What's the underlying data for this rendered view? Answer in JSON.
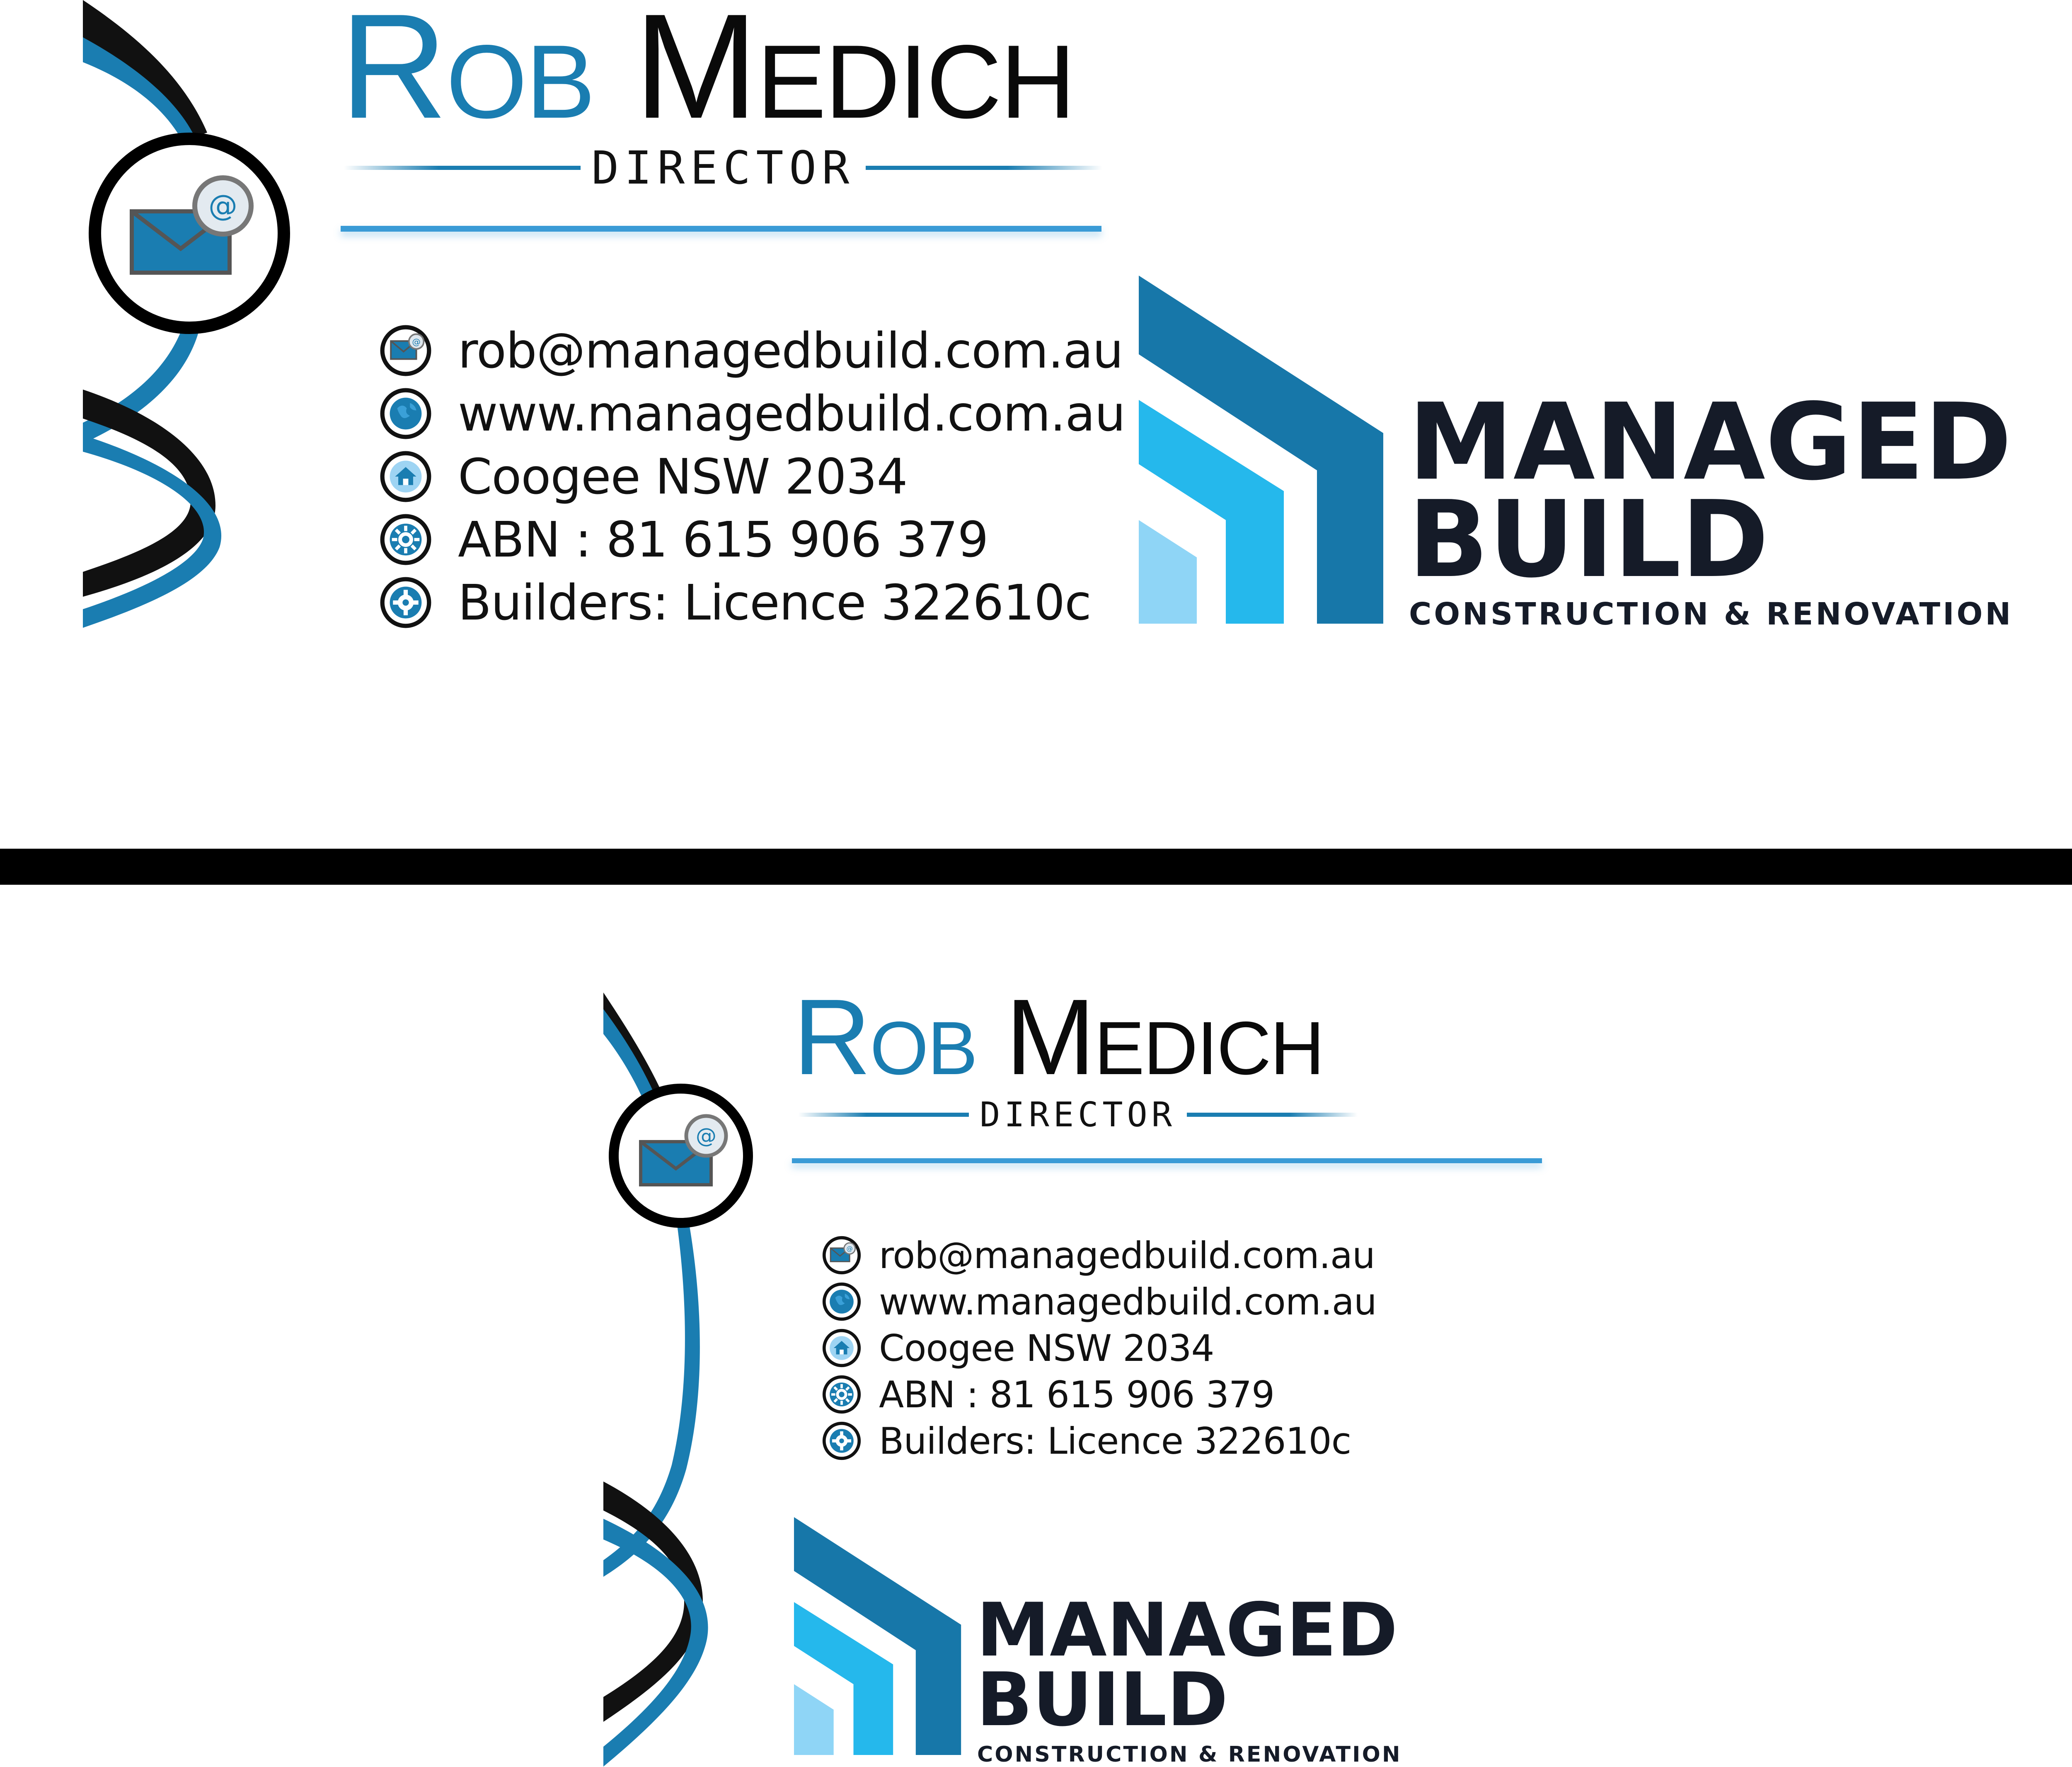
{
  "card_front": {
    "first_name": "Rob",
    "last_name": "Medich",
    "title": "DIRECTOR",
    "contacts": [
      {
        "icon": "envelope-icon",
        "text": "rob@managedbuild.com.au"
      },
      {
        "icon": "globe-icon",
        "text": "www.managedbuild.com.au"
      },
      {
        "icon": "home-icon",
        "text": "Coogee NSW 2034"
      },
      {
        "icon": "gear-icon",
        "text": "ABN : 81 615 906 379"
      },
      {
        "icon": "cog-icon",
        "text": "Builders: Licence 322610c"
      }
    ],
    "logo": {
      "line1": "MANAGED",
      "line2": "BUILD",
      "tagline": "CONSTRUCTION & RENOVATION"
    }
  },
  "card_back": {
    "first_name": "Rob",
    "last_name": "Medich",
    "title": "DIRECTOR",
    "contacts": [
      {
        "icon": "envelope-icon",
        "text": "rob@managedbuild.com.au"
      },
      {
        "icon": "globe-icon",
        "text": "www.managedbuild.com.au"
      },
      {
        "icon": "home-icon",
        "text": "Coogee NSW 2034"
      },
      {
        "icon": "gear-icon",
        "text": "ABN : 81 615 906 379"
      },
      {
        "icon": "cog-icon",
        "text": "Builders: Licence 322610c"
      }
    ],
    "logo": {
      "line1": "MANAGED",
      "line2": "BUILD",
      "tagline": "CONSTRUCTION & RENOVATION"
    }
  },
  "colors": {
    "brand_blue": "#1a7db1",
    "light_blue": "#26bdf0",
    "pale_blue": "#8fd6f7",
    "dark": "#151b28"
  }
}
